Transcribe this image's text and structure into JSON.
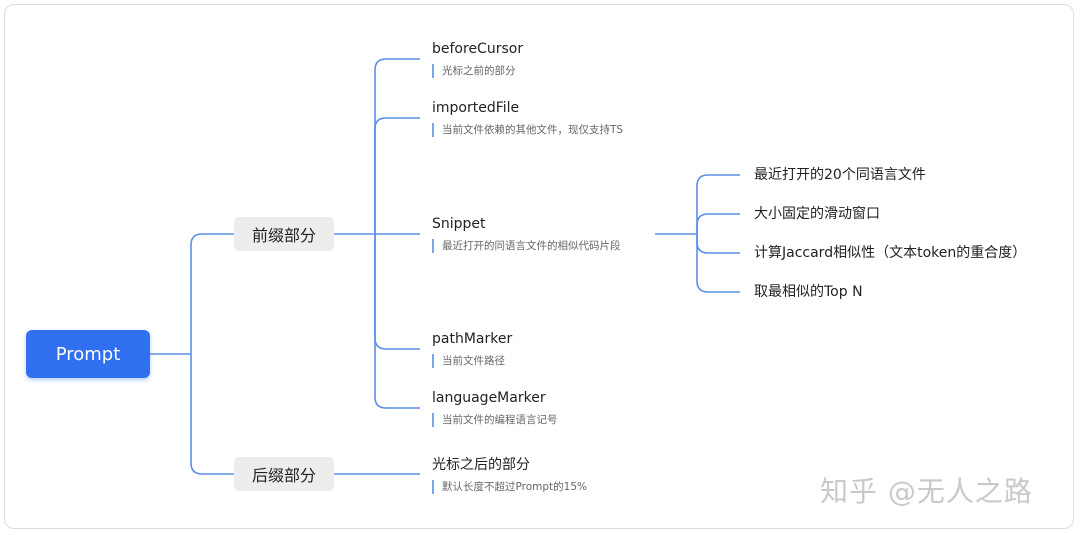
{
  "root": {
    "label": "Prompt"
  },
  "branches": {
    "prefix": {
      "label": "前缀部分",
      "leaves": [
        {
          "title": "beforeCursor",
          "desc": "光标之前的部分"
        },
        {
          "title": "importedFile",
          "desc": "当前文件依赖的其他文件，现仅支持TS"
        },
        {
          "title": "Snippet",
          "desc": "最近打开的同语言文件的相似代码片段",
          "children": [
            "最近打开的20个同语言文件",
            "大小固定的滑动窗口",
            "计算Jaccard相似性（文本token的重合度）",
            "取最相似的Top N"
          ]
        },
        {
          "title": "pathMarker",
          "desc": "当前文件路径"
        },
        {
          "title": "languageMarker",
          "desc": "当前文件的编程语言记号"
        }
      ]
    },
    "suffix": {
      "label": "后缀部分",
      "leaves": [
        {
          "title": "光标之后的部分",
          "desc": "默认长度不超过Prompt的15%"
        }
      ]
    }
  },
  "watermark": "知乎 @无人之路",
  "colors": {
    "accent": "#2f6ff0",
    "edge": "#5b8fe6"
  }
}
